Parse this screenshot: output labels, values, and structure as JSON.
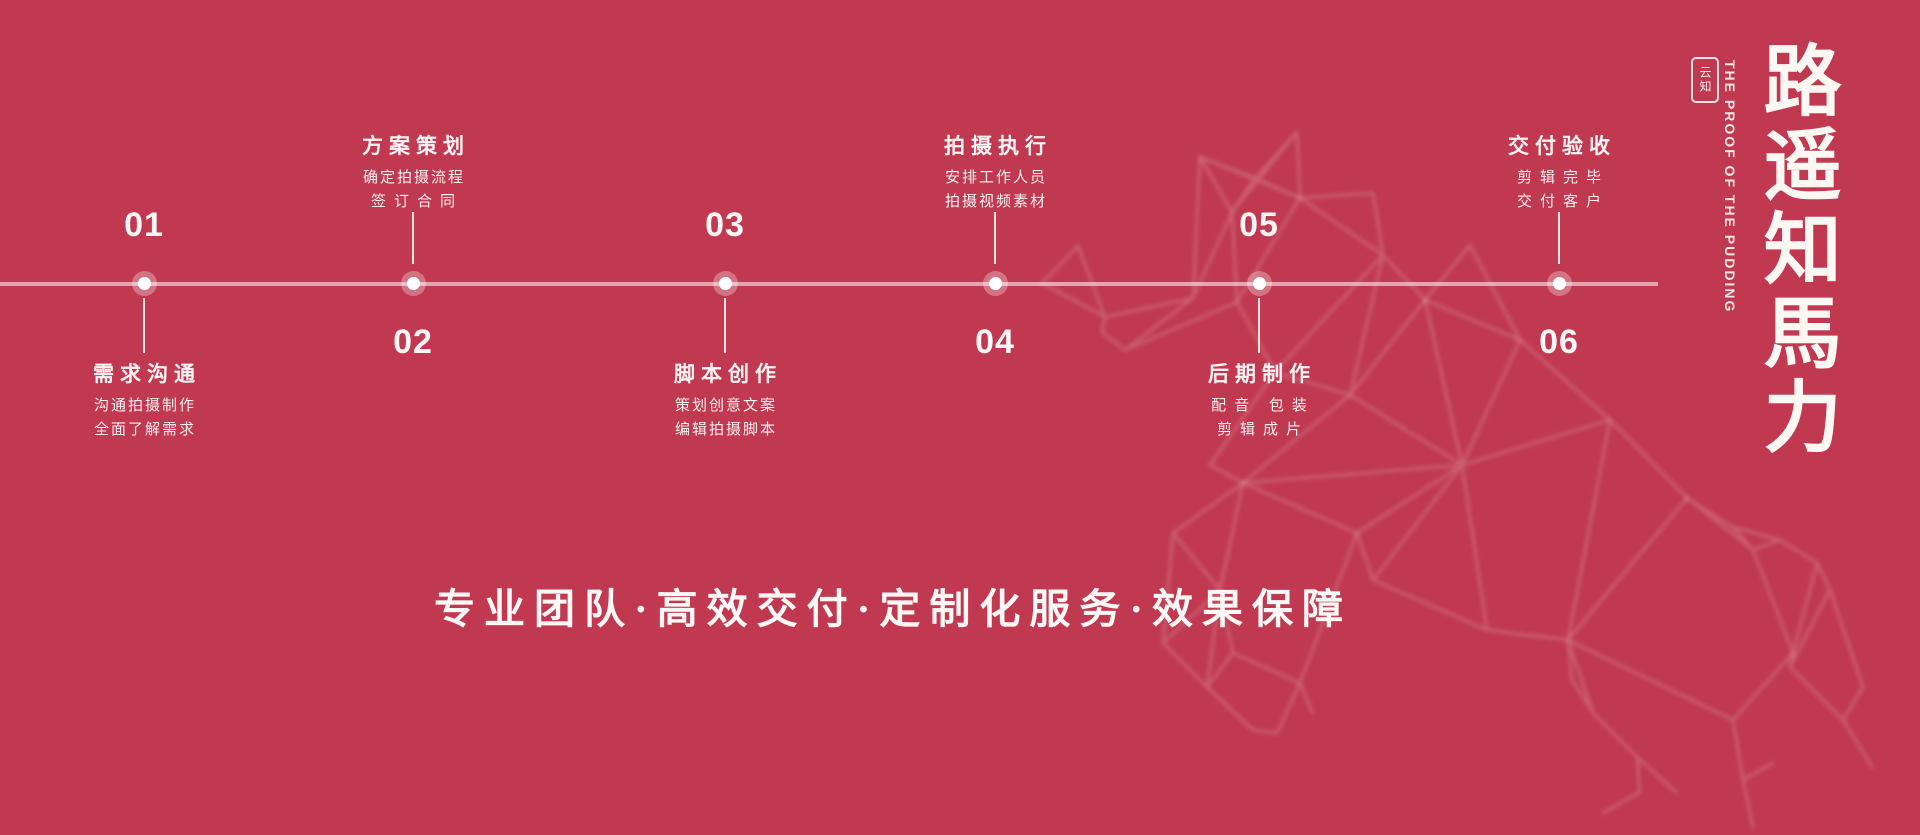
{
  "colors": {
    "background": "#c03950",
    "wireframe": "rgba(255,255,255,0.20)",
    "timeline_line": "rgba(255,255,255,0.55)",
    "text": "#fdf6f6"
  },
  "brand": {
    "seal_text": "云知",
    "subtitle_vertical": "THE PROOF OF THE PUDDING",
    "title_vertical": "路遥知馬力"
  },
  "timeline": {
    "steps": [
      {
        "number": "01",
        "title": "需求沟通",
        "lines": [
          "沟通拍摄制作",
          "全面了解需求"
        ]
      },
      {
        "number": "02",
        "title": "方案策划",
        "lines": [
          "确定拍摄流程",
          "签订合同"
        ]
      },
      {
        "number": "03",
        "title": "脚本创作",
        "lines": [
          "策划创意文案",
          "编辑拍摄脚本"
        ]
      },
      {
        "number": "04",
        "title": "拍摄执行",
        "lines": [
          "安排工作人员",
          "拍摄视频素材"
        ]
      },
      {
        "number": "05",
        "title": "后期制作",
        "lines": [
          "配音 包装",
          "剪辑成片"
        ]
      },
      {
        "number": "06",
        "title": "交付验收",
        "lines": [
          "剪辑完毕",
          "交付客户"
        ]
      }
    ]
  },
  "footer": {
    "slogan": "专业团队·高效交付·定制化服务·效果保障"
  }
}
